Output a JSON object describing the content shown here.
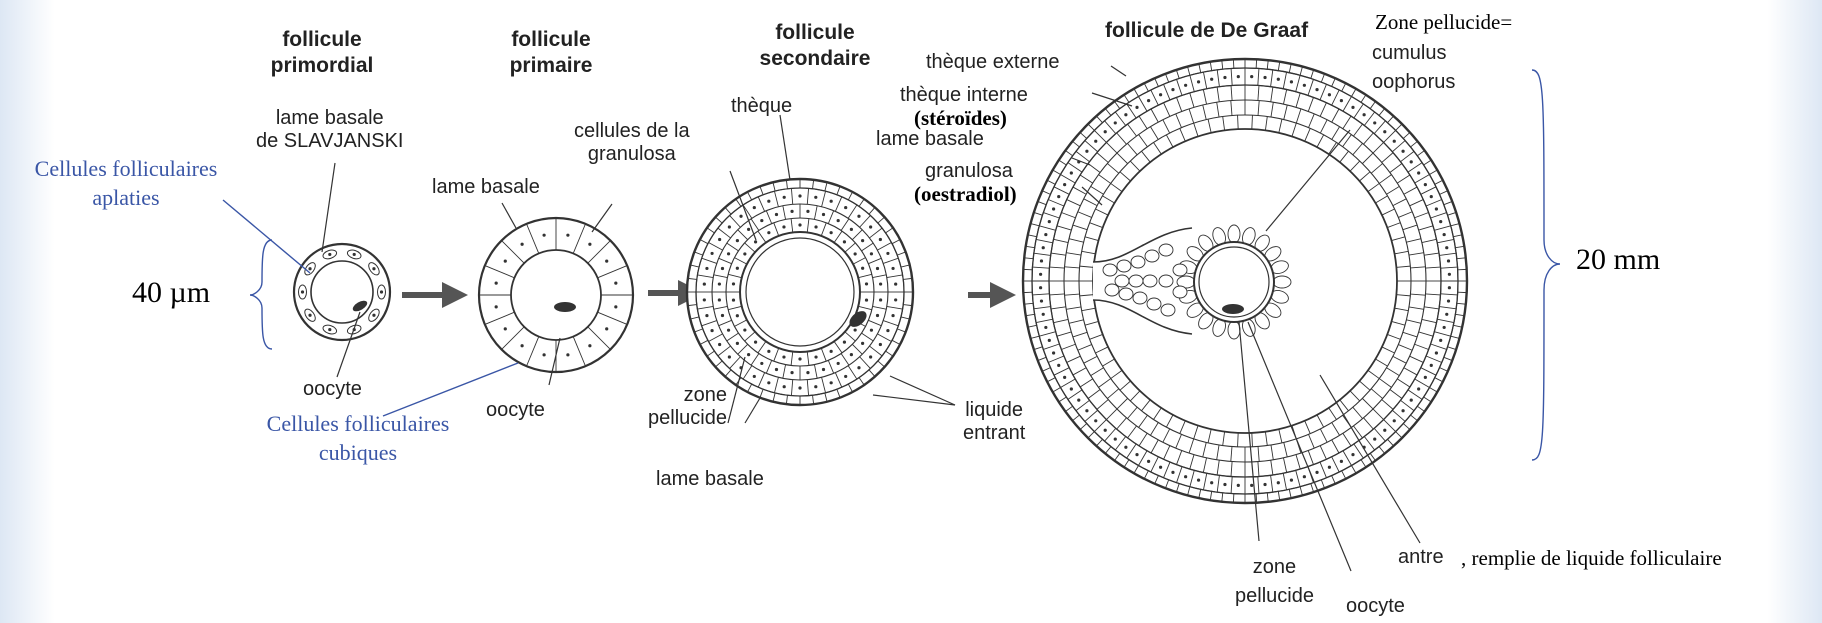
{
  "stages": {
    "primordial": "follicule\nprimordial",
    "primaire": "follicule\nprimaire",
    "secondaire": "follicule\nsecondaire",
    "graaf": "follicule de De Graaf"
  },
  "labels": {
    "lame_basale_slav": "lame basale\nde SLAVJANSKI",
    "oocyte_1": "oocyte",
    "lame_basale_2": "lame basale",
    "cellules_granulosa": "cellules de la\ngranulosa",
    "oocyte_2": "oocyte",
    "theque": "thèque",
    "zone_pellucide_3": "zone\npellucide",
    "lame_basale_3": "lame basale",
    "liquide_entrant": "liquide\nentrant",
    "theque_externe": "thèque externe",
    "theque_interne": "thèque interne",
    "lame_basale_4": "lame basale",
    "granulosa_4": "granulosa",
    "cumulus": "cumulus\noophorus",
    "zone_pellucide_4": "zone\npellucide",
    "oocyte_4": "oocyte",
    "antre": "antre"
  },
  "annotations": {
    "cellules_aplaties": "Cellules folliculaires\naplaties",
    "cellules_cubiques": "Cellules folliculaires\ncubiques",
    "size_small": "40 µm",
    "size_large": "20 mm",
    "steroides": "(stéroïdes)",
    "oestradiol": "(oestradiol)",
    "zone_pellucide_eq": "Zone pellucide=",
    "antre_suite": ", remplie de liquide folliculaire"
  },
  "colors": {
    "annotation_blue": "#3a56a6",
    "ink": "#333333"
  }
}
